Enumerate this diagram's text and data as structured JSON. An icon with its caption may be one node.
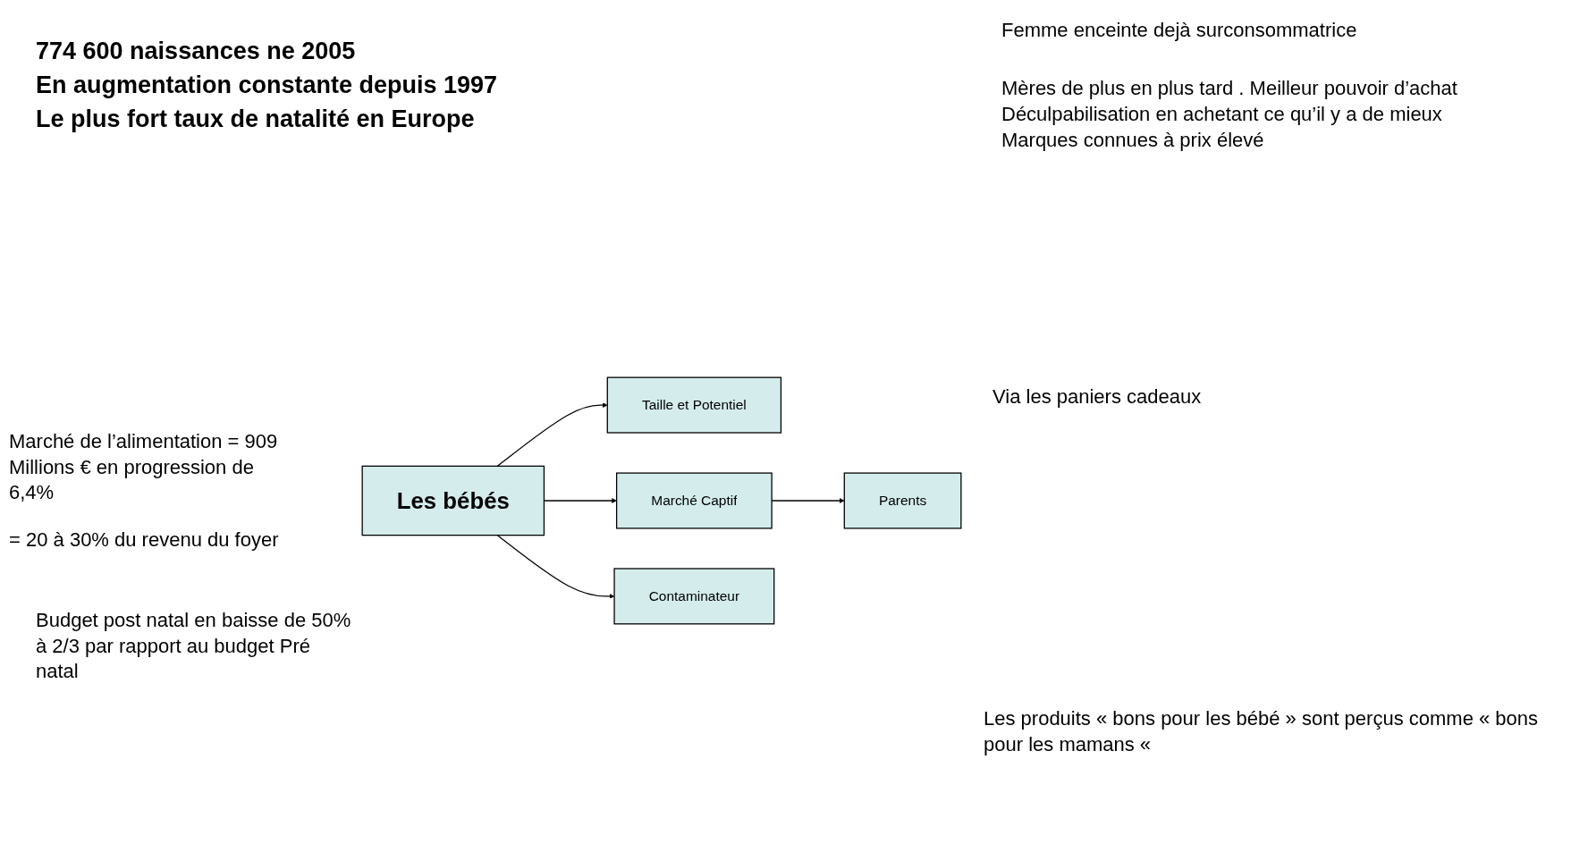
{
  "diagram": {
    "nodes": [
      {
        "text": [
          "Parents"
        ]
      },
      {
        "text": [
          "Taille et Potentiel"
        ]
      },
      {
        "text": [
          "Les bébés"
        ]
      },
      {
        "text": [
          "Marché Captif"
        ]
      },
      {
        "text": [
          "Contaminateur"
        ]
      }
    ],
    "edges": [
      {
        "from": 2,
        "to": 1,
        "arrow": "to"
      },
      {
        "from": 2,
        "to": 3,
        "arrow": "to"
      },
      {
        "from": 3,
        "to": 0,
        "arrow": "to"
      },
      {
        "from": 2,
        "to": 4,
        "arrow": "to"
      }
    ],
    "labels": [
      "774 600 naissances ne 2005",
      "En augmentation constante depuis 1997",
      "Le plus fort taux de natalité en Europe",
      "Femme enceinte dejà surconsommatrice",
      "Mères de plus en plus tard . Meilleur pouvoir d’achat",
      "Déculpabilisation en achetant ce qu’il y a de mieux",
      "Marques connues à prix élevé",
      "Via les paniers cadeaux",
      "Marché de l’alimentation = 909 Millions € en progression de 6,4%",
      "= 20 à 30% du revenu du foyer",
      "Budget post natal  en baisse de 50% à 2/3  par rapport au budget Pré natal",
      "Les produits « bons pour les bébé » sont perçus comme « bons pour les mamans «"
    ]
  }
}
